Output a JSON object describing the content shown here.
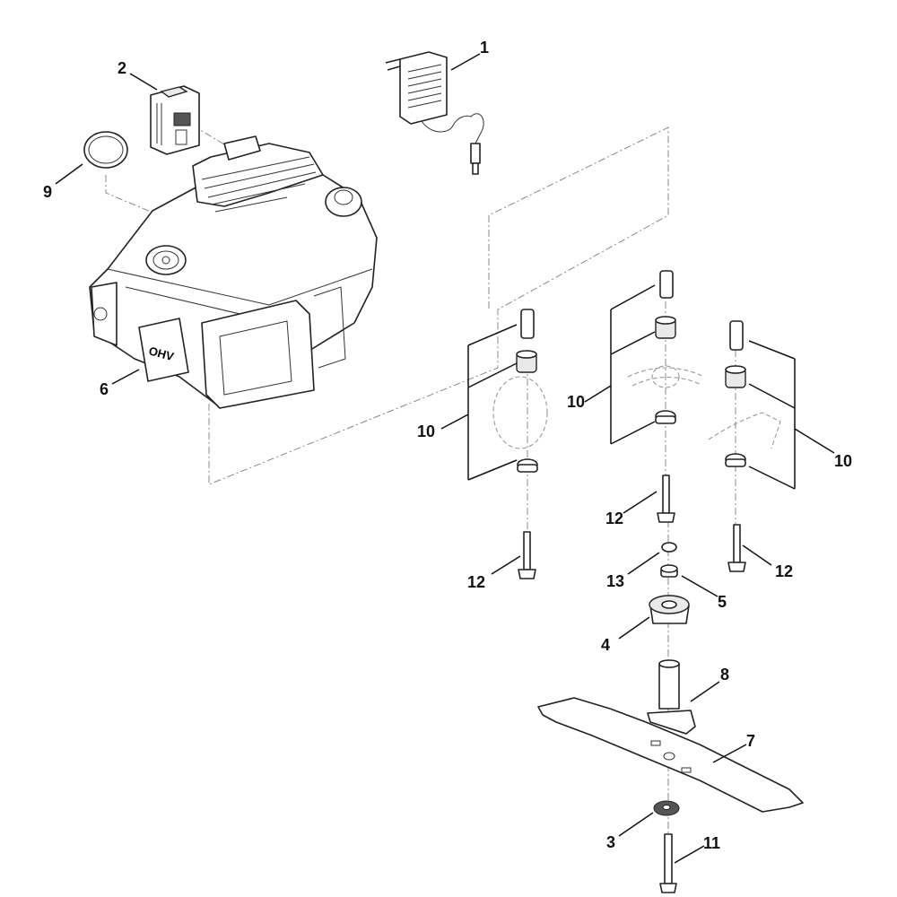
{
  "diagram": {
    "type": "exploded-parts-view",
    "engine_badge": "OHV",
    "callouts": [
      {
        "id": "label-1",
        "text": "1",
        "part": "battery-charger"
      },
      {
        "id": "label-2",
        "text": "2",
        "part": "battery-pack"
      },
      {
        "id": "label-9",
        "text": "9",
        "part": "seal-ring"
      },
      {
        "id": "label-6",
        "text": "6",
        "part": "engine"
      },
      {
        "id": "label-10-left",
        "text": "10",
        "part": "damper-kit"
      },
      {
        "id": "label-10-center",
        "text": "10",
        "part": "damper-kit"
      },
      {
        "id": "label-10-right",
        "text": "10",
        "part": "damper-kit"
      },
      {
        "id": "label-12-left",
        "text": "12",
        "part": "collar-screw"
      },
      {
        "id": "label-12-center",
        "text": "12",
        "part": "collar-screw"
      },
      {
        "id": "label-12-right",
        "text": "12",
        "part": "collar-screw"
      },
      {
        "id": "label-13",
        "text": "13",
        "part": "o-ring"
      },
      {
        "id": "label-5",
        "text": "5",
        "part": "bushing"
      },
      {
        "id": "label-4",
        "text": "4",
        "part": "fan-hub"
      },
      {
        "id": "label-8",
        "text": "8",
        "part": "blade-adapter"
      },
      {
        "id": "label-7",
        "text": "7",
        "part": "mower-blade"
      },
      {
        "id": "label-3",
        "text": "3",
        "part": "washer"
      },
      {
        "id": "label-11",
        "text": "11",
        "part": "blade-bolt"
      }
    ]
  }
}
